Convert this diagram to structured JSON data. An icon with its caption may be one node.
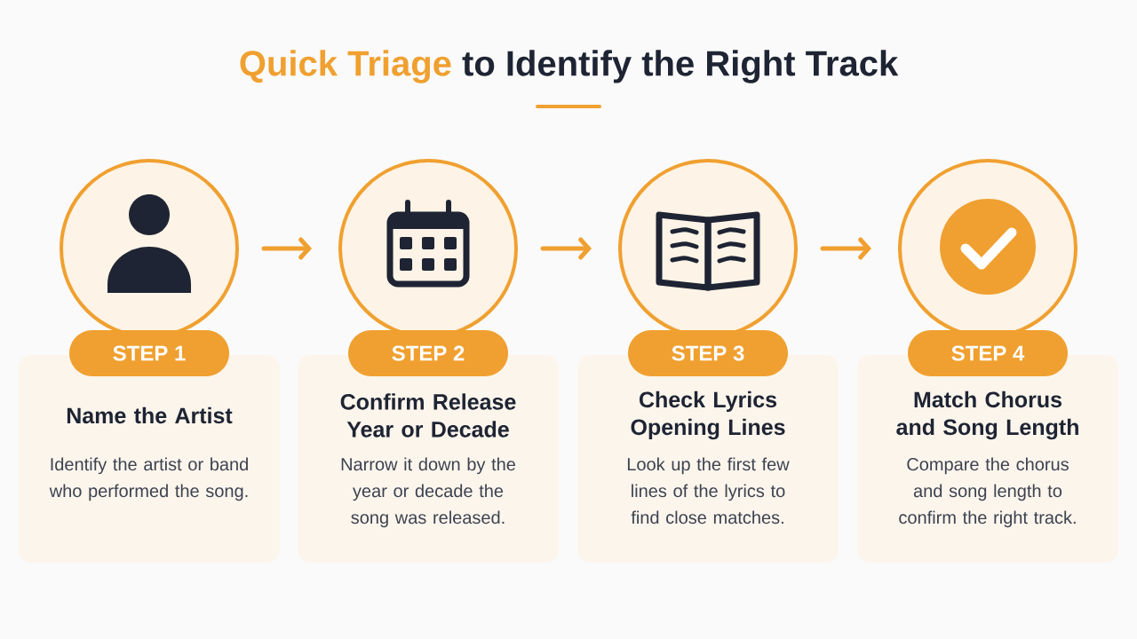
{
  "diagram": {
    "title": "**Quick Triage** to Identify the Right Track",
    "nodes": [
      {
        "text": [],
        "shape": "circle"
      },
      {
        "text": [
          "STEP 1"
        ]
      },
      {
        "text": [
          "Name the Artist",
          "Identify the artist or band who performed the song."
        ]
      },
      {
        "text": [],
        "shape": "circle"
      },
      {
        "text": [
          "STEP 2"
        ]
      },
      {
        "text": [
          "Confirm Release Year or Decade",
          "Narrow it down by the year or decade the song was released."
        ]
      },
      {
        "text": [],
        "shape": "circle"
      },
      {
        "text": [
          "STEP 3"
        ]
      },
      {
        "text": [
          "Check Lyrics Opening Lines",
          "Look up the first few lines of the lyrics to find close matches."
        ]
      },
      {
        "text": [],
        "shape": "circle"
      },
      {
        "text": [
          "STEP 4"
        ]
      },
      {
        "text": [
          "Match Chorus and Song Length",
          "Compare the chorus and song length to confirm the right track."
        ]
      }
    ],
    "edges": [
      {
        "from": 0,
        "to": 3,
        "arrow": "to"
      },
      {
        "from": 3,
        "to": 6,
        "arrow": "to"
      },
      {
        "from": 6,
        "to": 9,
        "arrow": "to"
      }
    ]
  }
}
